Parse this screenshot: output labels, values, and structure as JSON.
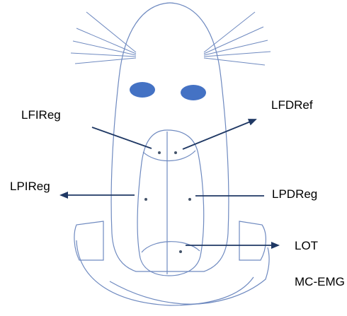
{
  "labels": {
    "lfireg": "LFIReg",
    "lfdref": "LFDRef",
    "lpireg": "LPIReg",
    "lpdreg": "LPDReg",
    "lot": "LOT",
    "mc_emg": "MC-EMG"
  },
  "colors": {
    "outline": "#6f8ac0",
    "eye": "#4472c4",
    "arrow": "#1f3864",
    "dot": "#44546a",
    "text": "#000000"
  }
}
